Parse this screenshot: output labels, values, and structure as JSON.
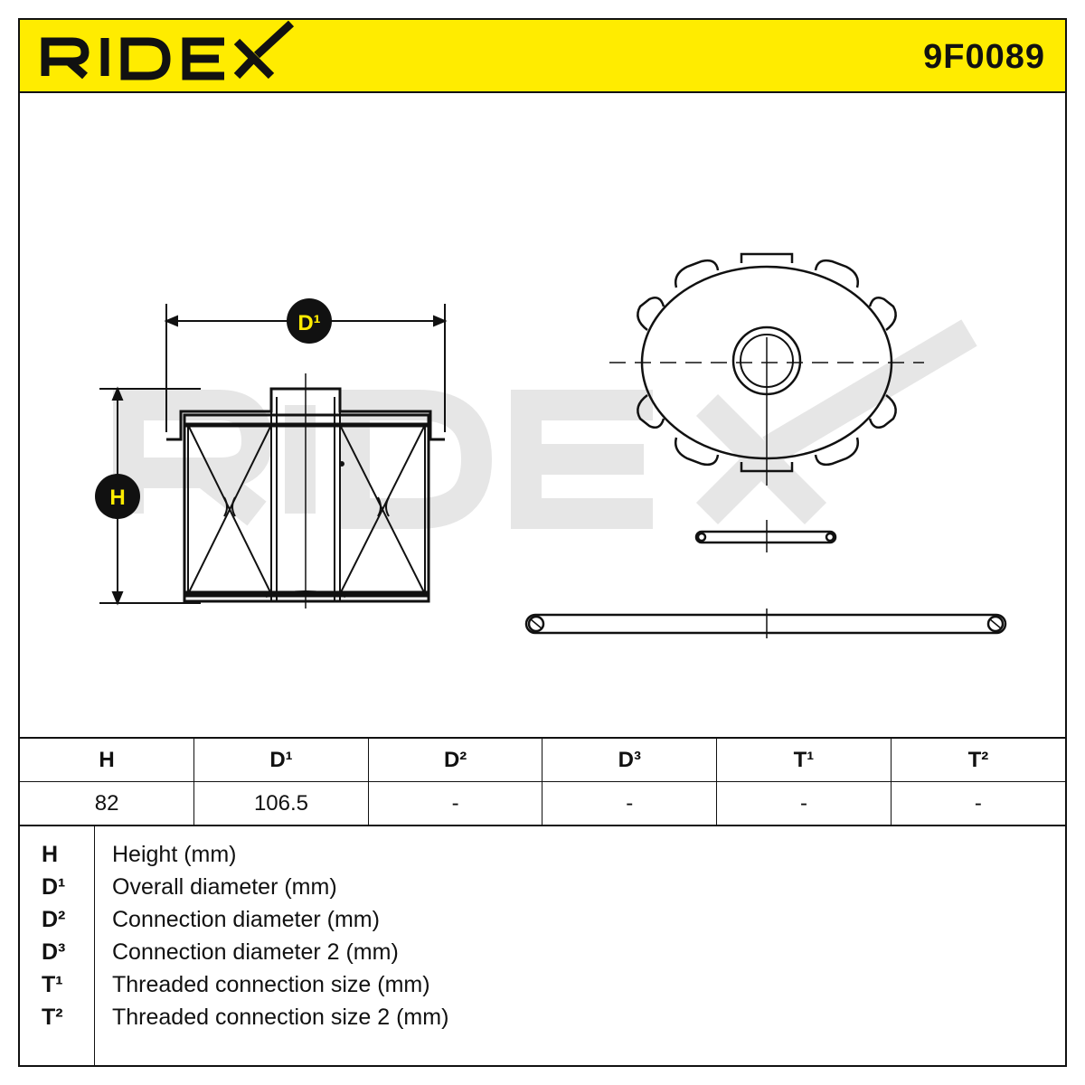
{
  "brand": "RIDEX",
  "part_number": "9F0089",
  "colors": {
    "accent": "#ffec00",
    "line": "#111111",
    "watermark": "#e6e6e6"
  },
  "diagram": {
    "label_d1": "D¹",
    "label_h": "H"
  },
  "table": {
    "headers": [
      "H",
      "D¹",
      "D²",
      "D³",
      "T¹",
      "T²"
    ],
    "values": [
      "82",
      "106.5",
      "-",
      "-",
      "-",
      "-"
    ]
  },
  "legend": [
    {
      "symbol": "H",
      "description": "Height (mm)"
    },
    {
      "symbol": "D¹",
      "description": "Overall diameter (mm)"
    },
    {
      "symbol": "D²",
      "description": "Connection diameter (mm)"
    },
    {
      "symbol": "D³",
      "description": "Connection diameter 2 (mm)"
    },
    {
      "symbol": "T¹",
      "description": "Threaded connection size (mm)"
    },
    {
      "symbol": "T²",
      "description": "Threaded connection size 2 (mm)"
    }
  ]
}
